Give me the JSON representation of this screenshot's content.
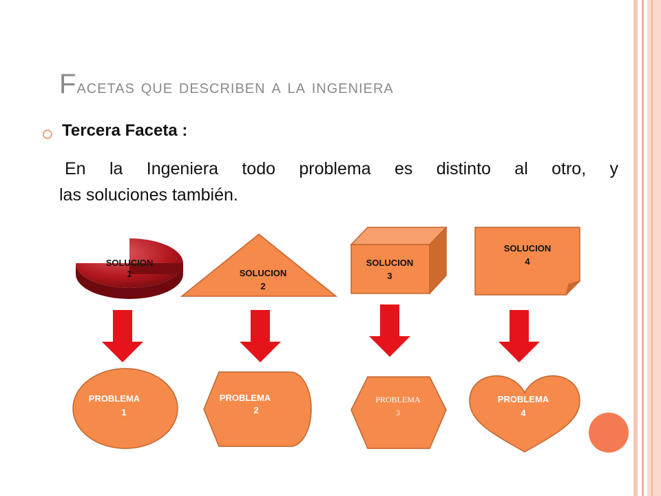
{
  "slide": {
    "title_first_letter": "F",
    "title_rest": "acetas que describen a la ingeniera",
    "heading": "Tercera Faceta :",
    "paragraph_line1": "En la Ingeniera todo problema es distinto al otro, y",
    "paragraph_line2": "las soluciones también."
  },
  "diagram": {
    "solutions": [
      {
        "line1": "SOLUCION",
        "line2": "1"
      },
      {
        "line1": "SOLUCION",
        "line2": "2"
      },
      {
        "line1": "SOLUCION",
        "line2": "3"
      },
      {
        "line1": "SOLUCION",
        "line2": "4"
      }
    ],
    "problems": [
      {
        "line1": "PROBLEMA",
        "line2": "1"
      },
      {
        "line1": "PROBLEMA",
        "line2": "2"
      },
      {
        "line1": "PROBLEMA",
        "line2": "3"
      },
      {
        "line1": "PROBLEMA",
        "line2": "4"
      }
    ]
  },
  "colors": {
    "accent_orange": "#f58a4b",
    "shape_stroke": "#c0652f",
    "arrow_red": "#e5141b",
    "pie_red": "#a3141b",
    "frame_pink": "#f5b9a3"
  }
}
